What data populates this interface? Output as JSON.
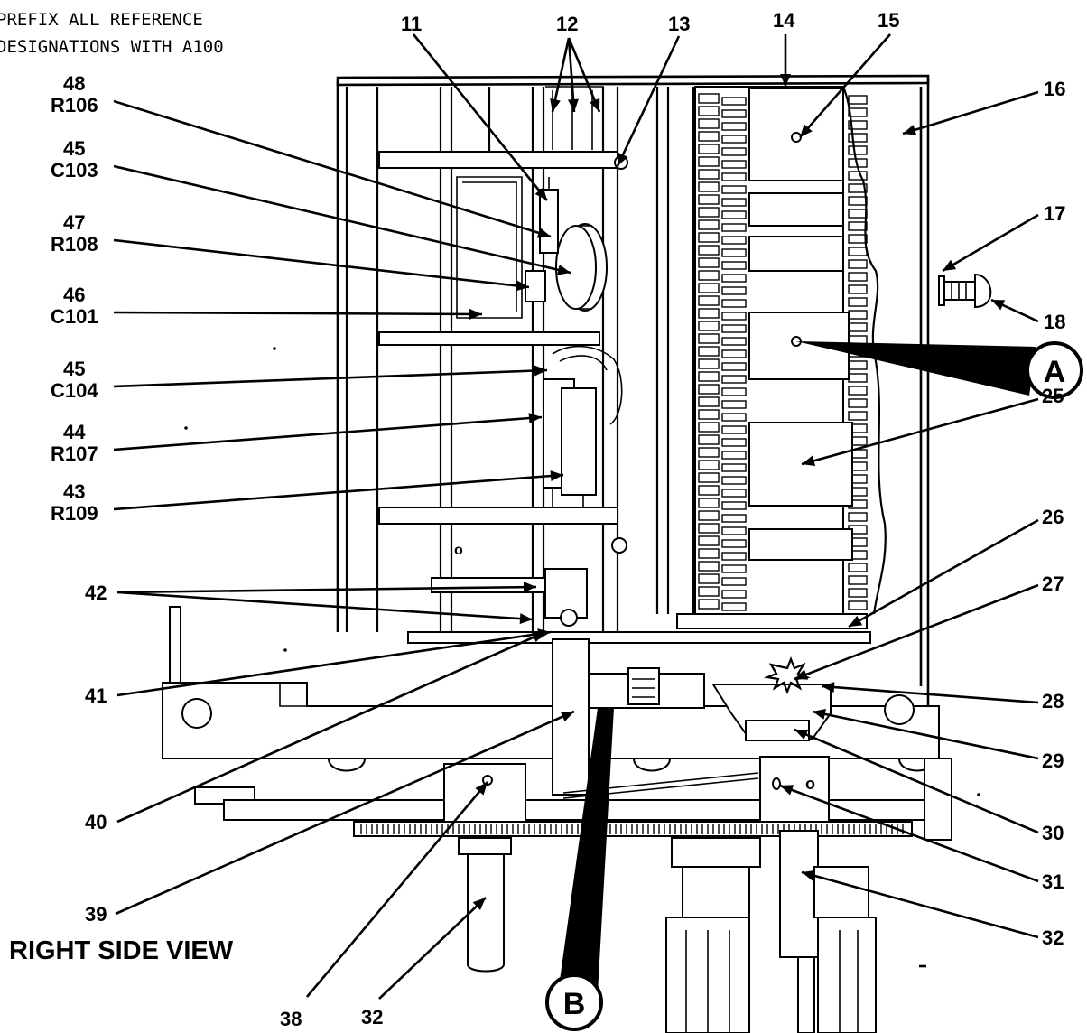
{
  "note": {
    "line1": "PREFIX ALL REFERENCE",
    "line2": "DESIGNATIONS WITH A100"
  },
  "view_title": "RIGHT SIDE VIEW",
  "callouts": {
    "a": "A",
    "b": "B"
  },
  "labels": {
    "l11": "11",
    "l12": "12",
    "l13": "13",
    "l14": "14",
    "l15": "15",
    "l16": "16",
    "l17": "17",
    "l18": "18",
    "l25": "25",
    "l26": "26",
    "l27": "27",
    "l28": "28",
    "l29": "29",
    "l30": "30",
    "l31": "31",
    "l32a": "32",
    "l32b": "32",
    "l38": "38",
    "l39": "39",
    "l40": "40",
    "l41": "41",
    "l42": "42",
    "l43": "43",
    "l43ref": "R109",
    "l44": "44",
    "l44ref": "R107",
    "l45a": "45",
    "l45aref": "C104",
    "l46": "46",
    "l46ref": "C101",
    "l47": "47",
    "l47ref": "R108",
    "l45b": "45",
    "l45bref": "C103",
    "l48": "48",
    "l48ref": "R106"
  }
}
